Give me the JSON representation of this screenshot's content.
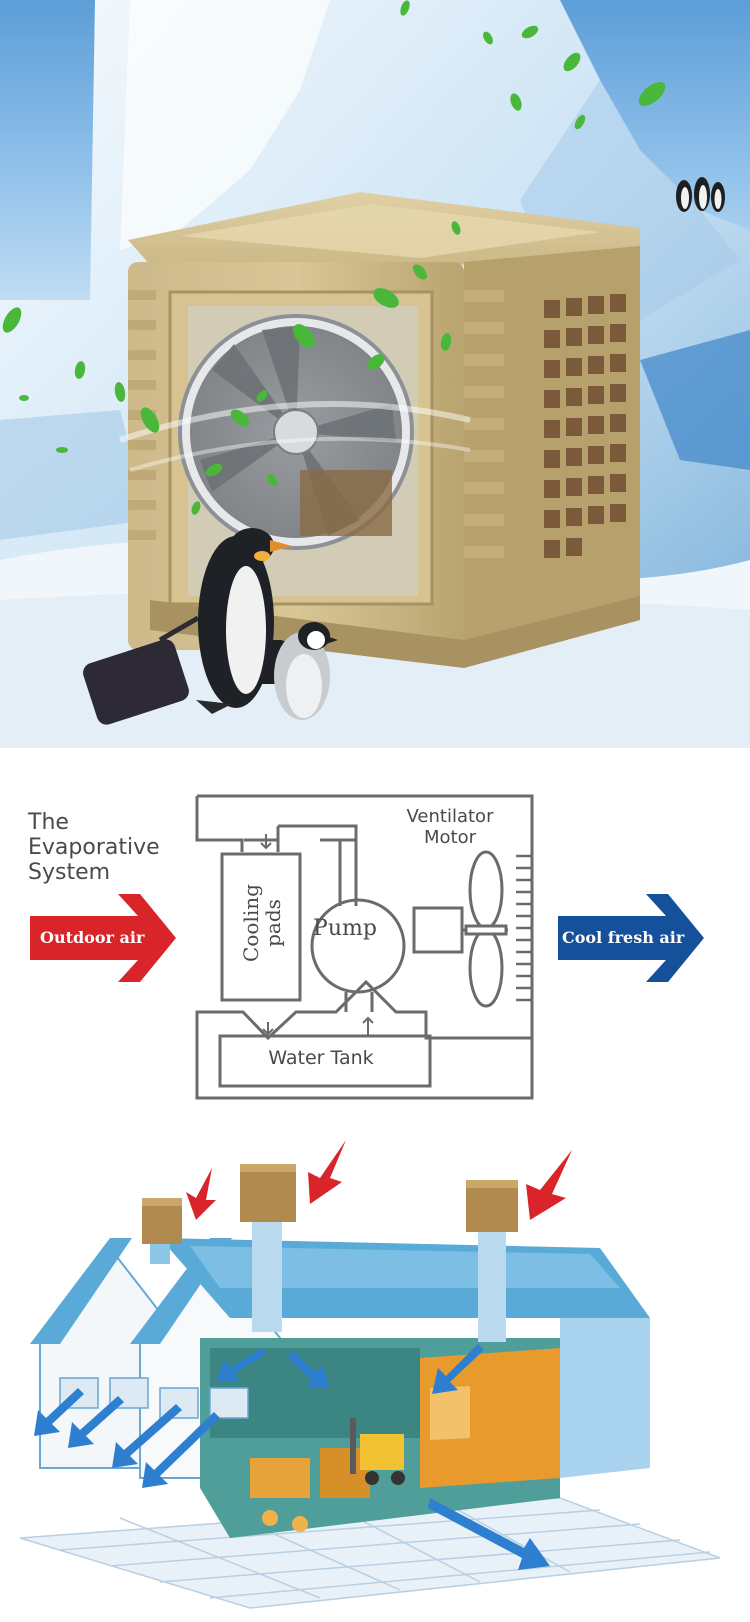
{
  "hero": {
    "scene_icons": [
      "iceberg",
      "evaporative-air-cooler",
      "cooling-fan",
      "penguin",
      "luggage",
      "flying-leaf"
    ]
  },
  "diagram": {
    "title_lines": [
      "The",
      "Evaporative",
      "System"
    ],
    "motor_label_lines": [
      "Ventilator",
      "Motor"
    ],
    "pads_label_lines": [
      "Cooling",
      "pads"
    ],
    "pump_label": "Pump",
    "tank_label": "Water Tank",
    "inlet_arrow_label": "Outdoor air",
    "outlet_arrow_label": "Cool fresh air",
    "colors": {
      "inlet_arrow": "#d9252a",
      "outlet_arrow": "#15509a",
      "lines": "#6b6b6b"
    }
  },
  "factory": {
    "scene_icons": [
      "factory-building",
      "roof-air-cooler",
      "airflow-arrow",
      "forklift",
      "machinery"
    ],
    "colors": {
      "intake_arrow": "#d9252a",
      "airflow_arrow": "#2f7fd0",
      "roof": "#5aaad8",
      "cooler_unit": "#b08a4e"
    }
  }
}
